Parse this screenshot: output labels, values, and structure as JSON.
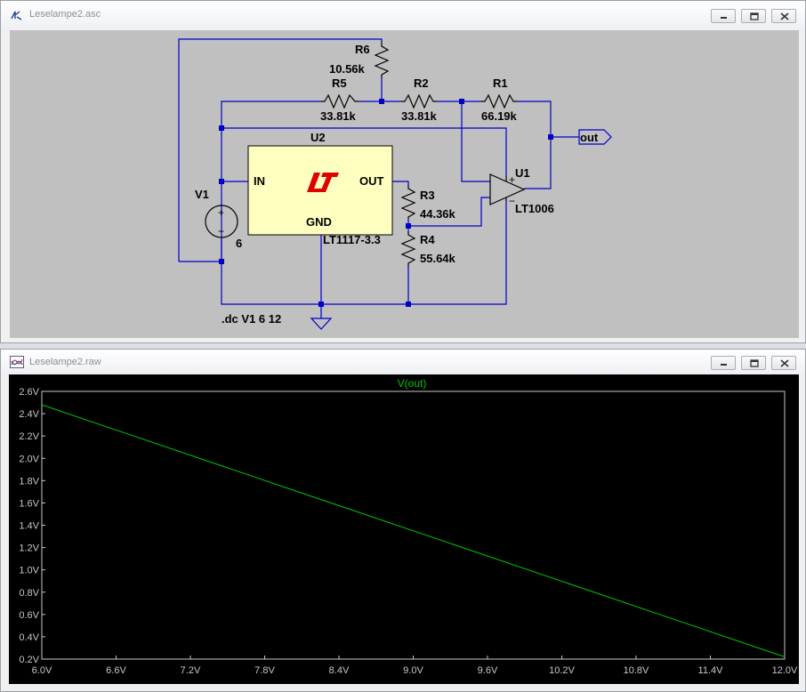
{
  "schematic_window": {
    "title": "Leselampe2.asc",
    "icon": "schematic-icon",
    "controls": [
      "minimize-icon",
      "restore-icon",
      "close-icon"
    ],
    "components": {
      "R6": {
        "ref": "R6",
        "value": "10.56k"
      },
      "R5": {
        "ref": "R5",
        "value": "33.81k"
      },
      "R2": {
        "ref": "R2",
        "value": "33.81k"
      },
      "R1": {
        "ref": "R1",
        "value": "66.19k"
      },
      "R3": {
        "ref": "R3",
        "value": "44.36k"
      },
      "R4": {
        "ref": "R4",
        "value": "55.64k"
      },
      "U2": {
        "ref": "U2",
        "model": "LT1117-3.3",
        "pin_in": "IN",
        "pin_out": "OUT",
        "pin_gnd": "GND"
      },
      "U1": {
        "ref": "U1",
        "model": "LT1006",
        "plus": "+",
        "minus": "−"
      },
      "V1": {
        "ref": "V1",
        "value": "6",
        "plus": "+",
        "minus": "−"
      }
    },
    "net_label": "out",
    "directive": ".dc V1 6 12",
    "colors": {
      "background": "#c0c0c0",
      "wire": "#0000c8",
      "chip_fill": "#ffffc0",
      "logo": "#e00000"
    }
  },
  "waveform_window": {
    "title": "Leselampe2.raw",
    "icon": "waveform-icon",
    "controls": [
      "minimize-icon",
      "restore-icon",
      "close-icon"
    ],
    "colors": {
      "background": "#000000",
      "trace": "#00c800",
      "axis_text": "#c8c8c8"
    },
    "chart_data": {
      "type": "line",
      "series": [
        {
          "name": "V(out)",
          "x": [
            6.0,
            12.0
          ],
          "y": [
            2.48,
            0.22
          ]
        }
      ],
      "xlim": [
        6.0,
        12.0
      ],
      "ylim": [
        0.2,
        2.6
      ],
      "xticks": [
        "6.0V",
        "6.6V",
        "7.2V",
        "7.8V",
        "8.4V",
        "9.0V",
        "9.6V",
        "10.2V",
        "10.8V",
        "11.4V",
        "12.0V"
      ],
      "yticks": [
        "0.2V",
        "0.4V",
        "0.6V",
        "0.8V",
        "1.0V",
        "1.2V",
        "1.4V",
        "1.6V",
        "1.8V",
        "2.0V",
        "2.2V",
        "2.4V",
        "2.6V"
      ],
      "grid": false
    }
  }
}
